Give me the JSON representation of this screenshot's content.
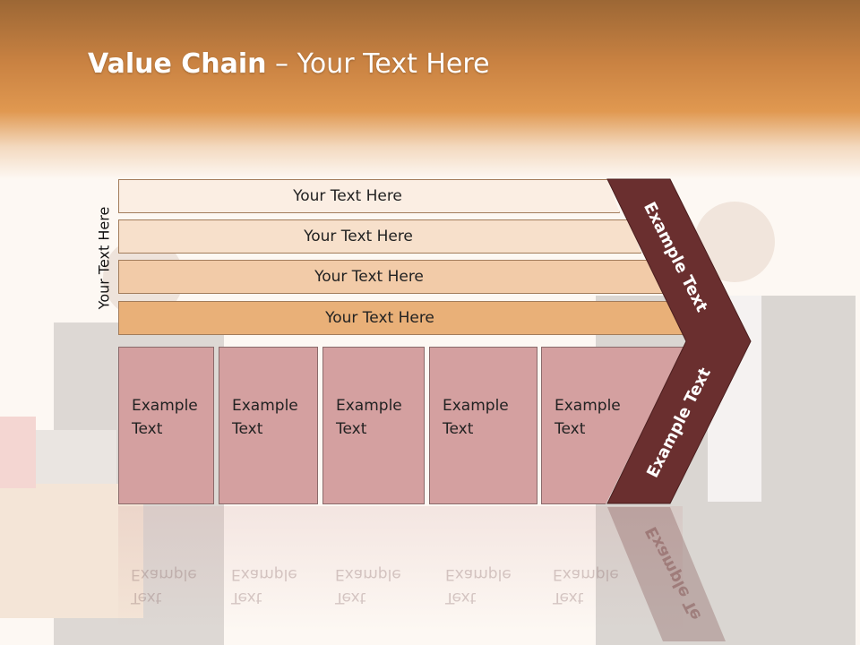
{
  "title": {
    "bold": "Value Chain",
    "rest": " – Your Text Here"
  },
  "side_label": "Your Text Here",
  "rows": [
    {
      "label": "Your Text Here",
      "color": "#fbeee3"
    },
    {
      "label": "Your Text Here",
      "color": "#f7e0cb"
    },
    {
      "label": "Your Text Here",
      "color": "#f2cba8"
    },
    {
      "label": "Your Text Here",
      "color": "#e9b078"
    }
  ],
  "boxes": [
    {
      "line1": "Example",
      "line2": "Text"
    },
    {
      "line1": "Example",
      "line2": "Text"
    },
    {
      "line1": "Example",
      "line2": "Text"
    },
    {
      "line1": "Example",
      "line2": "Text"
    },
    {
      "line1": "Example",
      "line2": "Text"
    }
  ],
  "chevron": {
    "upper_label": "Example Text",
    "lower_label": "Example Text",
    "color": "#6a2f2f"
  },
  "reflection": {
    "line1": "Text",
    "line2": "Example",
    "chevron_label": "Example Te"
  },
  "colors": {
    "header": "#d08a48",
    "box": "#d4a0a0"
  }
}
